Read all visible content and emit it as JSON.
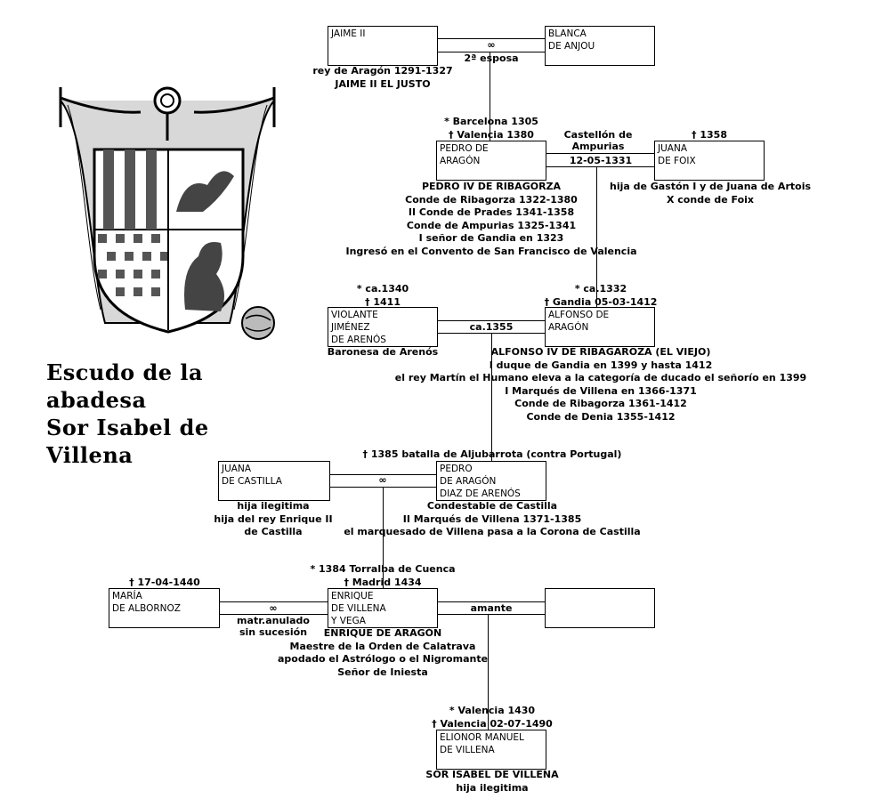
{
  "title": {
    "line1": "Escudo de la abadesa",
    "line2": "Sor Isabel de Villena"
  },
  "persons": {
    "jaime": {
      "box": [
        "JAIME II"
      ],
      "notes": [
        "rey de Aragón 1291-1327",
        "JAIME II EL JUSTO"
      ]
    },
    "blanca": {
      "box": [
        "BLANCA",
        "DE ANJOU"
      ]
    },
    "pedro": {
      "above": [
        "* Barcelona 1305",
        "† Valencia 1380"
      ],
      "box": [
        "PEDRO DE",
        "ARAGÓN"
      ],
      "notes": [
        "PEDRO IV DE RIBAGORZA",
        "Conde de Ribagorza 1322-1380",
        "II Conde de Prades 1341-1358",
        "Conde de Ampurias 1325-1341",
        "I señor de Gandia en 1323",
        "Ingresó en el Convento de San Francisco de Valencia"
      ]
    },
    "juana_foix": {
      "above": [
        "† 1358"
      ],
      "box": [
        "JUANA",
        "DE FOIX"
      ],
      "notes": [
        "hija de Gastón I y de Juana de Artois",
        "X conde de Foix"
      ]
    },
    "violante": {
      "above": [
        "* ca.1340",
        "† 1411"
      ],
      "box": [
        "VIOLANTE",
        "JIMÉNEZ",
        "DE ARENÓS"
      ],
      "notes": [
        "Baronesa de Arenós"
      ]
    },
    "alfonso": {
      "above": [
        "* ca.1332",
        "† Gandia 05-03-1412"
      ],
      "box": [
        "ALFONSO DE",
        "ARAGÓN"
      ],
      "notes": [
        "ALFONSO IV DE RIBAGAROZA (EL VIEJO)",
        "I duque de Gandia en 1399 y hasta 1412",
        "el rey Martín el Humano eleva a la categoría de ducado el señorío en 1399",
        "I Marqués de Villena en 1366-1371",
        "Conde de Ribagorza 1361-1412",
        "Conde de Denia 1355-1412"
      ]
    },
    "juana_castilla": {
      "box": [
        "JUANA",
        "DE CASTILLA"
      ],
      "notes": [
        "hija ilegitima",
        "hija del rey Enrique II",
        "de Castilla"
      ]
    },
    "pedro_diaz": {
      "above": [
        "† 1385 batalla de Aljubarrota (contra Portugal)"
      ],
      "box": [
        "PEDRO",
        "DE ARAGÓN",
        "DIAZ DE ARENÓS"
      ],
      "notes": [
        "Condestable de Castilla",
        "II Marqués de Villena 1371-1385",
        "el marquesado de Villena pasa a la Corona de Castilla"
      ]
    },
    "maria": {
      "above": [
        "† 17-04-1440"
      ],
      "box": [
        "MARÍA",
        "DE ALBORNOZ"
      ]
    },
    "enrique": {
      "above": [
        "* 1384 Torralba de Cuenca",
        "† Madrid 1434"
      ],
      "box": [
        "ENRIQUE",
        "DE VILLENA",
        "Y VEGA"
      ],
      "notes": [
        "ENRIQUE DE ARAGÓN",
        "Maestre de la Orden de Calatrava",
        "apodado el Astrólogo o el Nigromante",
        "Señor de Iniesta"
      ]
    },
    "elionor": {
      "above": [
        "* Valencia 1430",
        "† Valencia 02-07-1490"
      ],
      "box": [
        "ELIONOR MANUEL",
        "DE VILLENA"
      ],
      "notes": [
        "SOR ISABEL DE VILLENA",
        "hija ilegitima"
      ]
    }
  },
  "unions": {
    "jaime_blanca": {
      "symbol": "∞",
      "note": "2ª esposa"
    },
    "pedro_juana": {
      "top": [
        "Castellón de",
        "Ampurias"
      ],
      "date": "12-05-1331"
    },
    "violante_alfonso": {
      "date": "ca.1355"
    },
    "juana_pedro": {
      "symbol": "∞"
    },
    "maria_enrique": {
      "symbol": "∞",
      "notes": [
        "matr.anulado",
        "sin sucesión"
      ]
    },
    "enrique_amante": {
      "label": "amante"
    }
  }
}
